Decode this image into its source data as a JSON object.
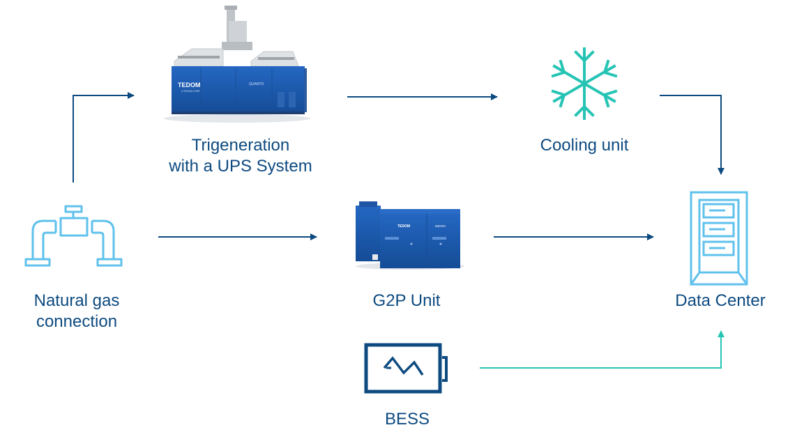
{
  "colors": {
    "navy": "#0d4a80",
    "light_blue": "#5fc1ec",
    "teal": "#25c4b4",
    "machine_blue": "#1c5cb4",
    "machine_top": "#e7e9ec"
  },
  "nodes": {
    "trigeneration": {
      "line1": "Trigeneration",
      "line2": "with a UPS System",
      "icon": "cogeneration-unit-image",
      "brand": "TEDOM",
      "brand_sub": "A TEDOM CORP",
      "model": "QUANTO"
    },
    "cooling": {
      "label": "Cooling unit",
      "icon": "snowflake-icon"
    },
    "gas": {
      "line1": "Natural gas",
      "line2": "connection",
      "icon": "gas-pipe-icon"
    },
    "g2p": {
      "label": "G2P Unit",
      "icon": "g2p-unit-image",
      "brand": "TEDOM",
      "model": "MICRO"
    },
    "datacenter": {
      "label": "Data Center",
      "icon": "server-rack-icon"
    },
    "bess": {
      "label": "BESS",
      "icon": "battery-bolt-icon"
    }
  },
  "flows": [
    {
      "from": "gas",
      "to": "trigeneration",
      "color": "navy"
    },
    {
      "from": "trigeneration",
      "to": "cooling",
      "color": "navy"
    },
    {
      "from": "cooling",
      "to": "datacenter",
      "color": "navy"
    },
    {
      "from": "gas",
      "to": "g2p",
      "color": "navy"
    },
    {
      "from": "g2p",
      "to": "datacenter",
      "color": "navy"
    },
    {
      "from": "bess",
      "to": "datacenter",
      "color": "teal"
    }
  ]
}
